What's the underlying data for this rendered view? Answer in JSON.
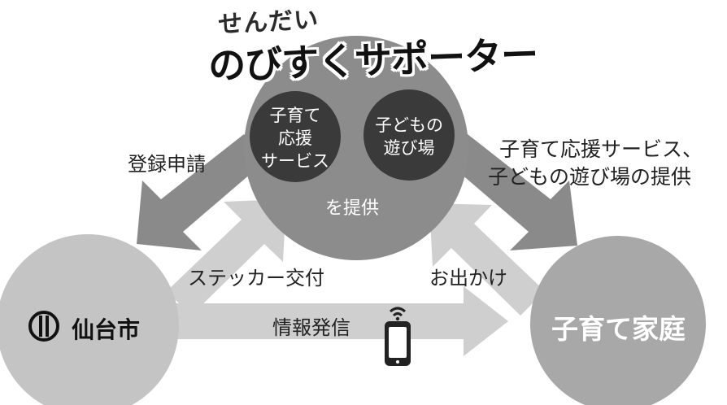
{
  "title": {
    "line1": "せんだい",
    "line2": "のびすくサポーター"
  },
  "supporter": {
    "service_child": "子育て\n応援\nサービス",
    "service_play": "子どもの\n遊び場",
    "provide": "を提供"
  },
  "city": {
    "name": "仙台市",
    "logo_icon": "sendai-city-emblem-icon"
  },
  "family": {
    "name": "子育て家庭"
  },
  "flows": {
    "registration": "登録申請",
    "sticker": "ステッカー交付",
    "outing": "お出かけ",
    "info": "情報発信",
    "provide_services_line1": "子育て応援サービス、",
    "provide_services_line2": "子どもの遊び場の提供"
  },
  "icons": {
    "phone": "smartphone-wifi-icon"
  },
  "colors": {
    "supporter_circle": "#8c8c8c",
    "inner_circle": "#3a3a3a",
    "city_circle": "#c4c4c4",
    "family_circle": "#a8a8a8",
    "arrow_dark": "#8a8a8a",
    "arrow_light": "#cfcfcf"
  }
}
